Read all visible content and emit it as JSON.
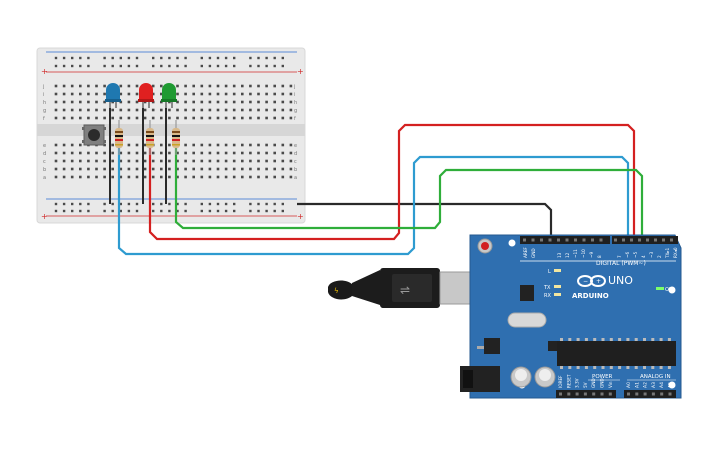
{
  "canvas": {
    "background": "#ffffff"
  },
  "colors": {
    "breadboard": "#e8e8e8",
    "breadboard_gap": "#d4d4d4",
    "rail_red": "#d02a2a",
    "rail_blue": "#2a6ad0",
    "hole": "#4a4a4a",
    "board": "#2f6fb0",
    "wire_red": "#d42020",
    "wire_blue": "#2e9bd0",
    "wire_green": "#2fae3a",
    "wire_black": "#2a2a2a",
    "led_blue": "#1f78b0",
    "led_red": "#e02020",
    "led_green": "#1f9a32"
  },
  "breadboard": {
    "row_letters_top": [
      "j",
      "i",
      "h",
      "g",
      "f"
    ],
    "row_letters_bottom": [
      "e",
      "d",
      "c",
      "b",
      "a"
    ],
    "rail_plus": "+",
    "rail_minus": "-"
  },
  "components": {
    "leds": [
      {
        "name": "blue-led",
        "color": "blue"
      },
      {
        "name": "red-led",
        "color": "red"
      },
      {
        "name": "green-led",
        "color": "green"
      }
    ],
    "resistor_count": 3,
    "pushbutton": "pushbutton"
  },
  "arduino": {
    "logo_text": "UNO",
    "brand_text": "ARDUINO",
    "on_label": "ON",
    "digital_label": "DIGITAL (PWM~)",
    "power_label": "POWER",
    "analog_label": "ANALOG IN",
    "led_labels": [
      "L",
      "TX",
      "RX"
    ],
    "top_pins": [
      "AREF",
      "GND",
      "13",
      "12",
      "~11",
      "~10",
      "~9",
      "8",
      "7",
      "~6",
      "~5",
      "4",
      "~3",
      "2",
      "TX▸1",
      "RX◂0"
    ],
    "power_pins": [
      "IOREF",
      "RESET",
      "3.3V",
      "5V",
      "GND",
      "GND",
      "Vin"
    ],
    "analog_pins": [
      "A0",
      "A1",
      "A2",
      "A3",
      "A4",
      "A5"
    ]
  },
  "cable": {
    "type": "usb-b"
  }
}
